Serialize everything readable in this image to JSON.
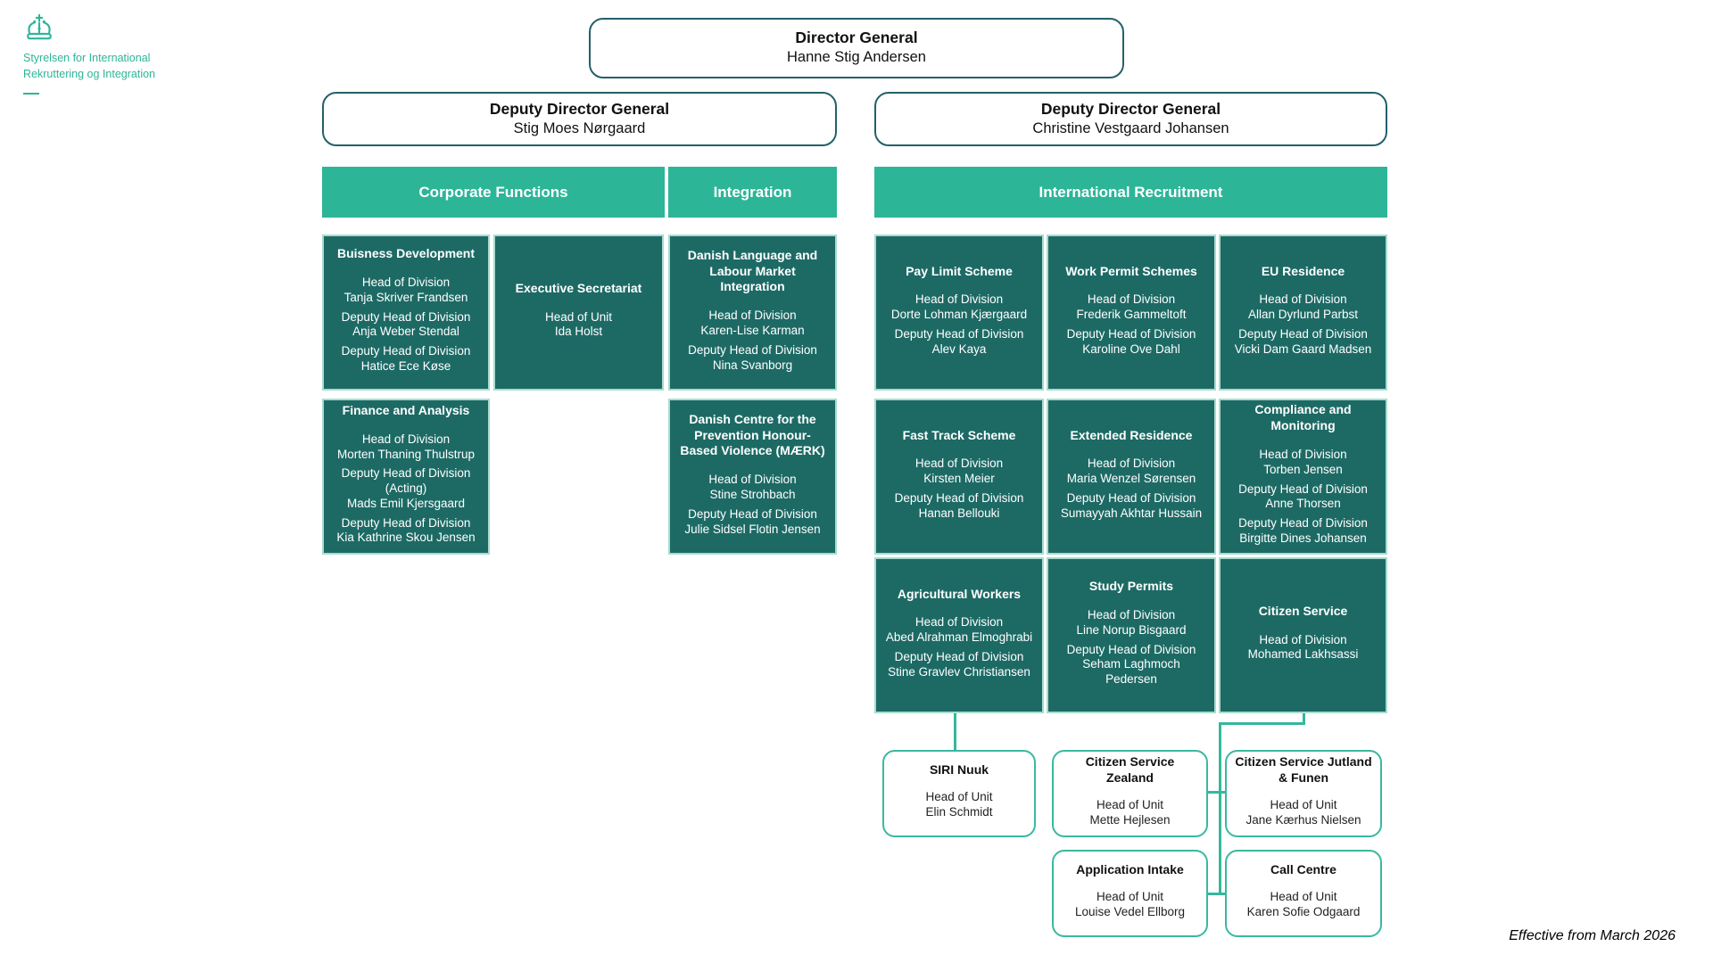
{
  "page": {
    "effective_note": "Effective from March 2026"
  },
  "colors": {
    "teal": "#2db598",
    "dark_teal": "#1d6a65",
    "box_outline": "#23606a",
    "unit_border": "#3ab8a0"
  },
  "logo": {
    "icon": "crown-icon",
    "org_line1": "Styrelsen for International",
    "org_line2": "Rekruttering og Integration"
  },
  "leadership": {
    "director_general": {
      "title": "Director General",
      "name": "Hanne Stig Andersen"
    },
    "deputy_left": {
      "title": "Deputy Director General",
      "name": "Stig Moes Nørgaard"
    },
    "deputy_right": {
      "title": "Deputy Director General",
      "name": "Christine Vestgaard Johansen"
    }
  },
  "section_headers": {
    "corporate": "Corporate Functions",
    "integration": "Integration",
    "international": "International Recruitment"
  },
  "divisions": {
    "business_development": {
      "title": "Buisness Development",
      "entries": [
        {
          "role": "Head of Division",
          "name": "Tanja Skriver Frandsen"
        },
        {
          "role": "Deputy Head of Division",
          "name": "Anja Weber Stendal"
        },
        {
          "role": "Deputy Head of Division",
          "name": "Hatice Ece Køse"
        }
      ]
    },
    "executive_secretariat": {
      "title": "Executive Secretariat",
      "entries": [
        {
          "role": "Head of Unit",
          "name": "Ida Holst"
        }
      ]
    },
    "finance_analysis": {
      "title": "Finance and Analysis",
      "entries": [
        {
          "role": "Head of Division",
          "name": "Morten Thaning Thulstrup"
        },
        {
          "role": "Deputy Head of Division (Acting)",
          "name": "Mads Emil Kjersgaard"
        },
        {
          "role": "Deputy Head of Division",
          "name": "Kia Kathrine Skou Jensen"
        }
      ]
    },
    "danish_language": {
      "title": "Danish Language and Labour Market Integration",
      "entries": [
        {
          "role": "Head of Division",
          "name": "Karen-Lise Karman"
        },
        {
          "role": "Deputy Head of Division",
          "name": "Nina Svanborg"
        }
      ]
    },
    "maerk": {
      "title": "Danish Centre for the Prevention Honour-Based Violence (MÆRK)",
      "entries": [
        {
          "role": "Head of Division",
          "name": "Stine Strohbach"
        },
        {
          "role": "Deputy Head of Division",
          "name": "Julie Sidsel Flotin Jensen"
        }
      ]
    },
    "pay_limit": {
      "title": "Pay Limit Scheme",
      "entries": [
        {
          "role": "Head of Division",
          "name": "Dorte Lohman Kjærgaard"
        },
        {
          "role": "Deputy Head of Division",
          "name": "Alev Kaya"
        }
      ]
    },
    "work_permit": {
      "title": "Work Permit Schemes",
      "entries": [
        {
          "role": "Head of Division",
          "name": "Frederik Gammeltoft"
        },
        {
          "role": "Deputy Head of Division",
          "name": "Karoline Ove Dahl"
        }
      ]
    },
    "eu_residence": {
      "title": "EU Residence",
      "entries": [
        {
          "role": "Head of Division",
          "name": "Allan Dyrlund Parbst"
        },
        {
          "role": "Deputy Head of Division",
          "name": "Vicki Dam Gaard Madsen"
        }
      ]
    },
    "fast_track": {
      "title": "Fast Track Scheme",
      "entries": [
        {
          "role": "Head of Division",
          "name": "Kirsten Meier"
        },
        {
          "role": "Deputy Head of Division",
          "name": "Hanan Bellouki"
        }
      ]
    },
    "extended_residence": {
      "title": "Extended Residence",
      "entries": [
        {
          "role": "Head of Division",
          "name": "Maria Wenzel Sørensen"
        },
        {
          "role": "Deputy Head of Division",
          "name": "Sumayyah Akhtar Hussain"
        }
      ]
    },
    "compliance": {
      "title": "Compliance and Monitoring",
      "entries": [
        {
          "role": "Head of Division",
          "name": "Torben Jensen"
        },
        {
          "role": "Deputy Head of Division",
          "name": "Anne Thorsen"
        },
        {
          "role": "Deputy Head of Division",
          "name": "Birgitte Dines Johansen"
        }
      ]
    },
    "agricultural": {
      "title": "Agricultural Workers",
      "entries": [
        {
          "role": "Head of Division",
          "name": "Abed Alrahman Elmoghrabi"
        },
        {
          "role": "Deputy Head of Division",
          "name": "Stine Gravlev Christiansen"
        }
      ]
    },
    "study_permits": {
      "title": "Study Permits",
      "entries": [
        {
          "role": "Head of Division",
          "name": "Line Norup Bisgaard"
        },
        {
          "role": "Deputy Head of Division",
          "name": "Seham Laghmoch Pedersen"
        }
      ]
    },
    "citizen_service": {
      "title": "Citizen Service",
      "entries": [
        {
          "role": "Head of Division",
          "name": "Mohamed Lakhsassi"
        }
      ]
    }
  },
  "units": {
    "siri_nuuk": {
      "title": "SIRI Nuuk",
      "entries": [
        {
          "role": "Head of Unit",
          "name": "Elin Schmidt"
        }
      ]
    },
    "cs_zealand": {
      "title": "Citizen Service Zealand",
      "entries": [
        {
          "role": "Head of Unit",
          "name": "Mette Hejlesen"
        }
      ]
    },
    "cs_jutland": {
      "title": "Citizen Service Jutland & Funen",
      "entries": [
        {
          "role": "Head of Unit",
          "name": "Jane Kærhus Nielsen"
        }
      ]
    },
    "application_intake": {
      "title": "Application Intake",
      "entries": [
        {
          "role": "Head of Unit",
          "name": "Louise Vedel Ellborg"
        }
      ]
    },
    "call_centre": {
      "title": "Call Centre",
      "entries": [
        {
          "role": "Head of Unit",
          "name": "Karen Sofie Odgaard"
        }
      ]
    }
  }
}
